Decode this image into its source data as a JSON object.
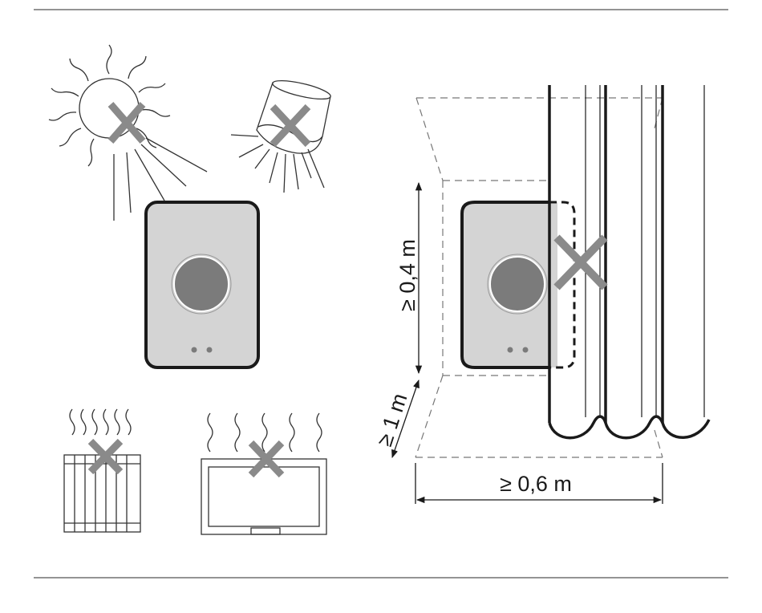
{
  "dimensions": {
    "height_label": "≥ 0,4 m",
    "depth_label": "≥ 1 m",
    "width_label": "≥ 0,6 m"
  },
  "colors": {
    "line": "#1a1a1a",
    "device_fill": "#d4d4d4",
    "button_fill": "#7b7b7b",
    "cross": "#8a8a8a",
    "dashed": "#777777"
  },
  "icons": [
    "sun-icon",
    "spotlight-icon",
    "radiator-icon",
    "tv-icon",
    "curtain-icon",
    "prohibited-cross-icon"
  ]
}
